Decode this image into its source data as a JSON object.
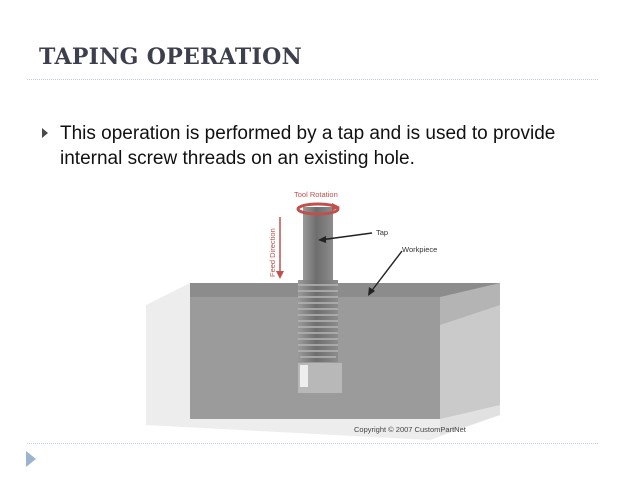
{
  "slide": {
    "title": "TAPING OPERATION",
    "bullets": [
      "This operation is performed by a tap and is used to provide internal screw threads on an existing hole."
    ]
  },
  "figure": {
    "labels": {
      "tool_rotation": "Tool Rotation",
      "feed_direction": "Feed Direction",
      "tap": "Tap",
      "workpiece": "Workpiece"
    },
    "copyright": "Copyright © 2007 CustomPartNet",
    "colors": {
      "annotation_red": "#c0504d",
      "block_front": "#9a9a9a",
      "block_top": "#8e8e8e",
      "tap_gray": "#7d7d7d"
    }
  },
  "theme": {
    "title_color": "#3e3f4c",
    "rule_color": "#b9cde0",
    "footer_arrow_color": "#9bb3cc"
  }
}
